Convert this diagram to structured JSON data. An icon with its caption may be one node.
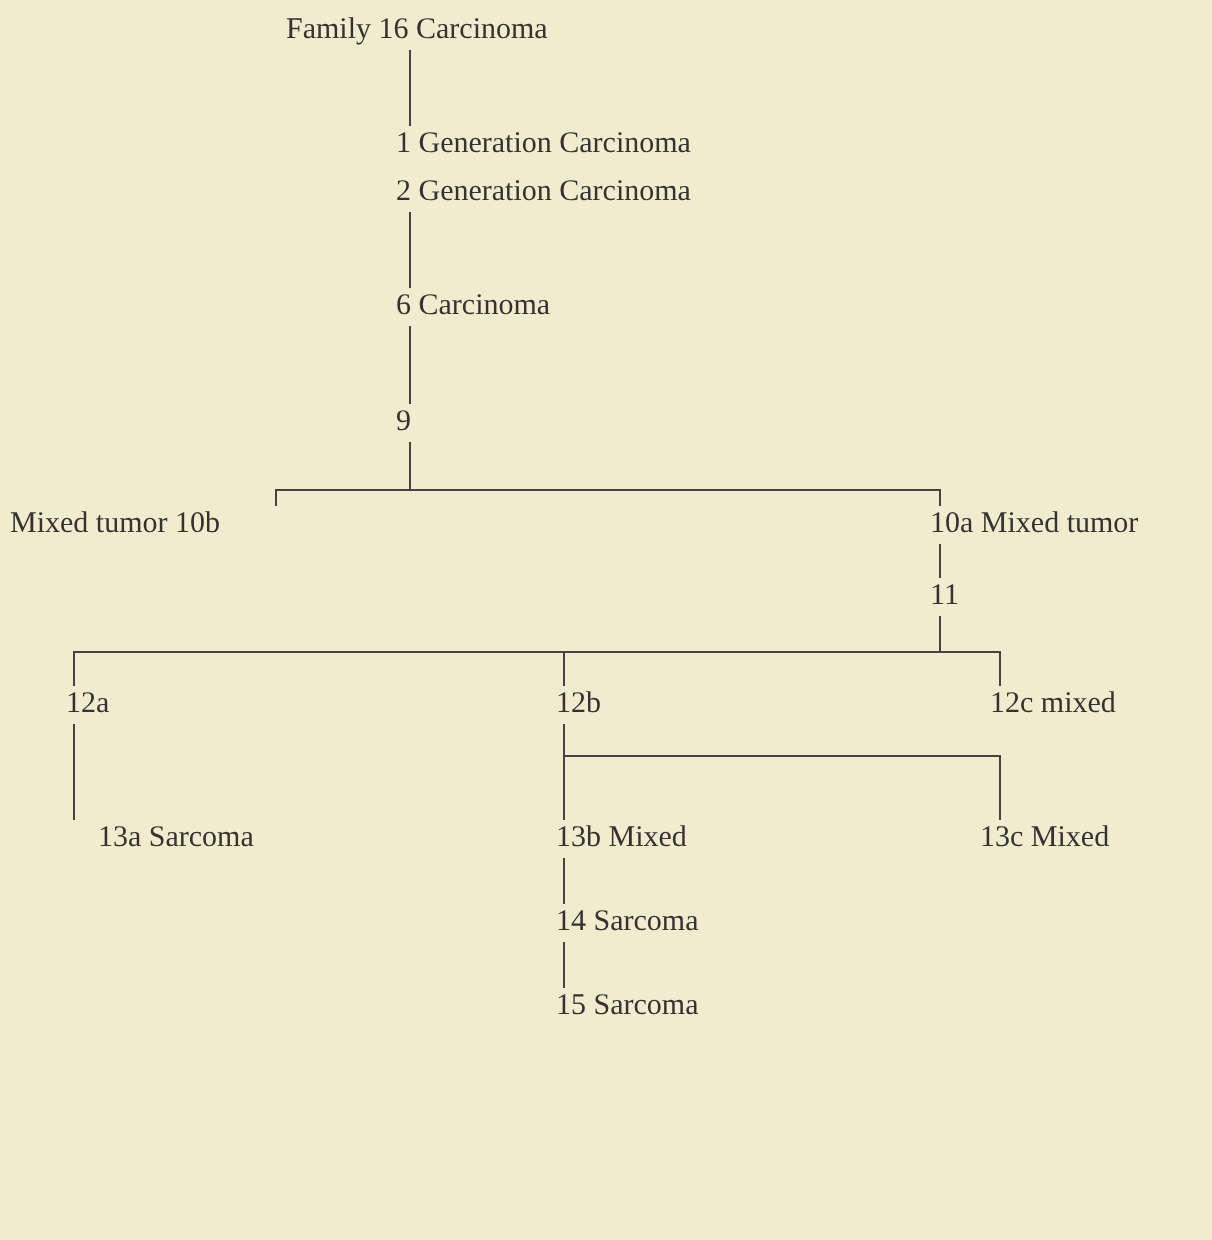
{
  "diagram": {
    "nodes": [
      {
        "text": [
          "Family 16 Carcinoma"
        ]
      },
      {
        "text": [
          "1 Generation Carcinoma"
        ]
      },
      {
        "text": [
          "2 Generation Carcinoma"
        ]
      },
      {
        "text": [
          "6 Carcinoma"
        ]
      },
      {
        "text": [
          "9"
        ]
      },
      {
        "text": [
          "Mixed tumor 10b"
        ]
      },
      {
        "text": [
          "10a Mixed tumor"
        ]
      },
      {
        "text": [
          "11"
        ]
      },
      {
        "text": [
          "12a"
        ]
      },
      {
        "text": [
          "12b"
        ]
      },
      {
        "text": [
          "12c mixed"
        ]
      },
      {
        "text": [
          "13a Sarcoma"
        ]
      },
      {
        "text": [
          "13b Mixed"
        ]
      },
      {
        "text": [
          "13c Mixed"
        ]
      },
      {
        "text": [
          "14 Sarcoma"
        ]
      },
      {
        "text": [
          "15 Sarcoma"
        ]
      }
    ],
    "edges": [
      {
        "from": 0,
        "to": 1,
        "arrow": "none"
      },
      {
        "from": 2,
        "to": 3,
        "arrow": "none"
      },
      {
        "from": 3,
        "to": 4,
        "arrow": "none"
      },
      {
        "from": 4,
        "to": 5,
        "arrow": "none"
      },
      {
        "from": 4,
        "to": 6,
        "arrow": "none"
      },
      {
        "from": 6,
        "to": 7,
        "arrow": "none"
      },
      {
        "from": 7,
        "to": 8,
        "arrow": "none"
      },
      {
        "from": 7,
        "to": 9,
        "arrow": "none"
      },
      {
        "from": 7,
        "to": 10,
        "arrow": "none"
      },
      {
        "from": 8,
        "to": 11,
        "arrow": "none"
      },
      {
        "from": 9,
        "to": 12,
        "arrow": "none"
      },
      {
        "from": 9,
        "to": 13,
        "arrow": "none"
      },
      {
        "from": 12,
        "to": 14,
        "arrow": "none"
      },
      {
        "from": 14,
        "to": 15,
        "arrow": "none"
      }
    ]
  }
}
